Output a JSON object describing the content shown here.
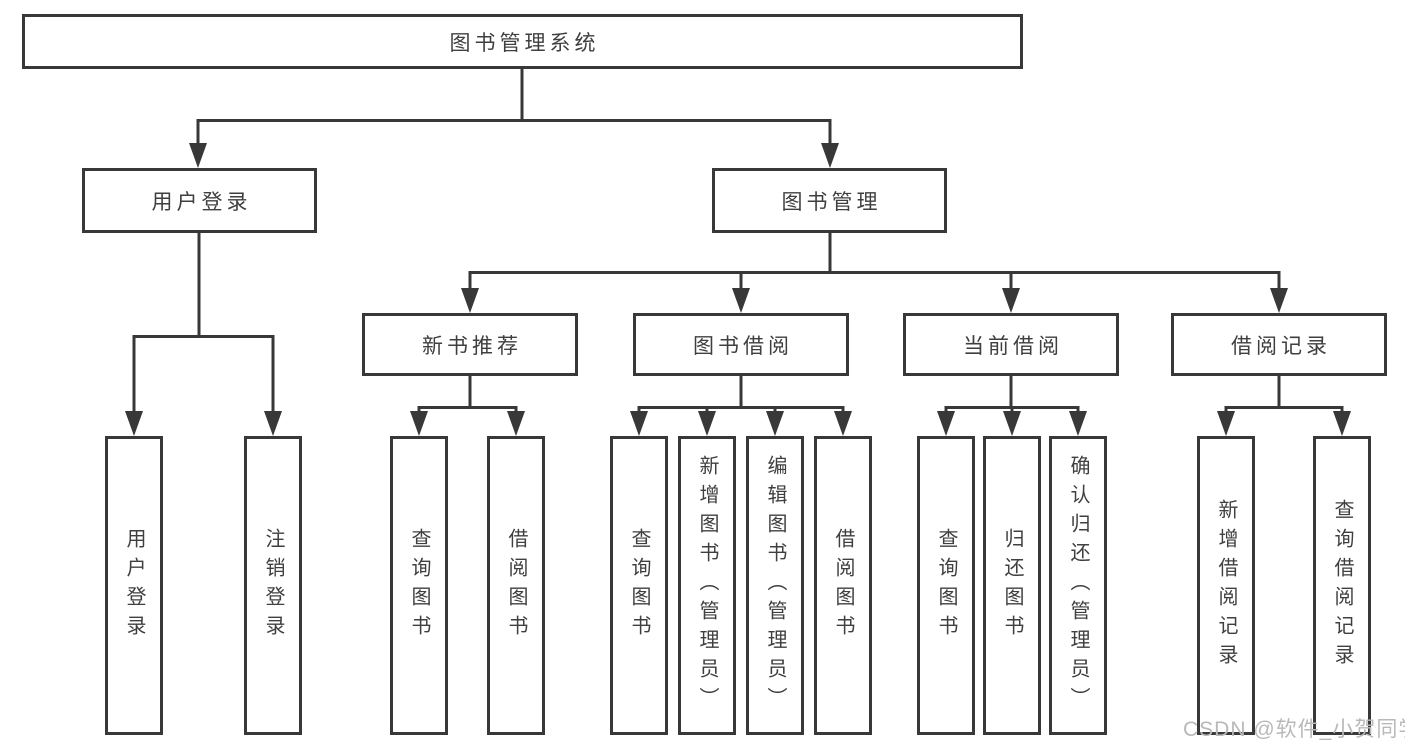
{
  "diagram": {
    "title_node": {
      "label": "图书管理系统"
    },
    "level2": [
      {
        "label": "用户登录"
      },
      {
        "label": "图书管理"
      }
    ],
    "level3": [
      {
        "label": "新书推荐"
      },
      {
        "label": "图书借阅"
      },
      {
        "label": "当前借阅"
      },
      {
        "label": "借阅记录"
      }
    ],
    "leaves": {
      "user_login": [
        {
          "label": "用户登录"
        },
        {
          "label": "注销登录"
        }
      ],
      "new_book": [
        {
          "label": "查询图书"
        },
        {
          "label": "借阅图书"
        }
      ],
      "book_borrow": [
        {
          "label": "查询图书"
        },
        {
          "label": "新增图书（管理员）"
        },
        {
          "label": "编辑图书（管理员）"
        },
        {
          "label": "借阅图书"
        }
      ],
      "current_borrow": [
        {
          "label": "查询图书"
        },
        {
          "label": "归还图书"
        },
        {
          "label": "确认归还（管理员）"
        }
      ],
      "borrow_record": [
        {
          "label": "新增借阅记录"
        },
        {
          "label": "查询借阅记录"
        }
      ]
    },
    "watermark": "CSDN @软件_小贺同学",
    "colors": {
      "border": "#383838",
      "text": "#3f3f3f",
      "background": "#ffffff",
      "watermark": "#b9b9b9"
    }
  }
}
